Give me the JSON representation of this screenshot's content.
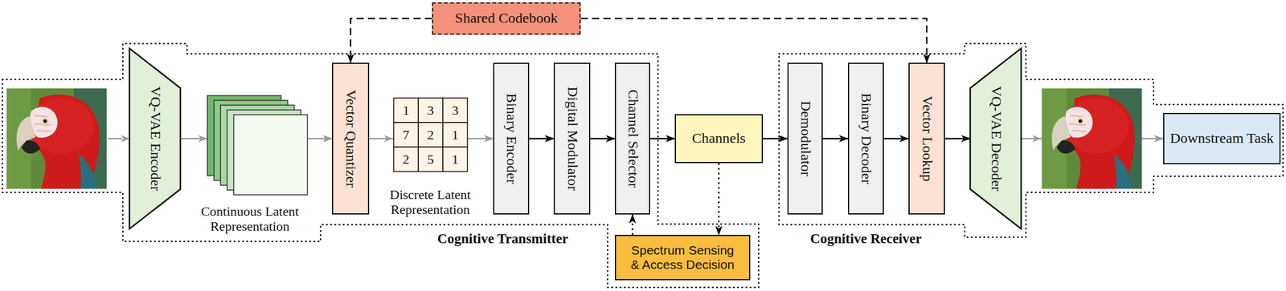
{
  "diagram": {
    "nodes": [
      {
        "text": [
          "Shared Codebook"
        ]
      },
      {
        "text": [
          "Cognitive Transmitter"
        ]
      },
      {
        "text": [
          "VQ-VAE Encoder"
        ],
        "in": 1
      },
      {
        "text": [
          "Vector Quantizer"
        ],
        "in": 1
      },
      {
        "text": [
          "Binary Encoder"
        ],
        "in": 1
      },
      {
        "text": [
          "Digital Modulator"
        ],
        "in": 1
      },
      {
        "text": [
          "Channel Selector"
        ],
        "in": 1
      },
      {
        "text": [
          "Spectrum Sensing & Access Decision"
        ],
        "in": 1
      },
      {
        "text": [
          "Channels"
        ]
      },
      {
        "text": [
          "Cognitive Receiver"
        ]
      },
      {
        "text": [
          "Demodulator"
        ],
        "in": 9
      },
      {
        "text": [
          "Binary Decoder"
        ],
        "in": 9
      },
      {
        "text": [
          "Vector Lookup"
        ],
        "in": 9
      },
      {
        "text": [
          "VQ-VAE Decoder"
        ],
        "in": 9
      },
      {
        "text": [
          "Downstream Task"
        ],
        "in": 9
      }
    ],
    "edges": [
      {
        "from": 2,
        "to": 3,
        "arrow": "to"
      },
      {
        "from": 3,
        "to": 4,
        "arrow": "to"
      },
      {
        "from": 4,
        "to": 5,
        "arrow": "to"
      },
      {
        "from": 5,
        "to": 6,
        "arrow": "to"
      },
      {
        "from": 6,
        "to": 8,
        "arrow": "to"
      },
      {
        "from": 8,
        "to": 10,
        "arrow": "to"
      },
      {
        "from": 10,
        "to": 11,
        "arrow": "to"
      },
      {
        "from": 11,
        "to": 12,
        "arrow": "to"
      },
      {
        "from": 12,
        "to": 13,
        "arrow": "to"
      },
      {
        "from": 13,
        "to": 14,
        "arrow": "to"
      },
      {
        "from": 0,
        "to": 3,
        "arrow": "to"
      },
      {
        "from": 0,
        "to": 12,
        "arrow": "to"
      },
      {
        "from": 8,
        "to": 7,
        "arrow": "to"
      },
      {
        "from": 7,
        "to": 6,
        "arrow": "to"
      }
    ],
    "labels": [
      "Continuous Latent Representation",
      "1",
      "3",
      "3",
      "7",
      "2",
      "1",
      "2",
      "5",
      "1",
      "Discrete Latent Representation"
    ]
  }
}
